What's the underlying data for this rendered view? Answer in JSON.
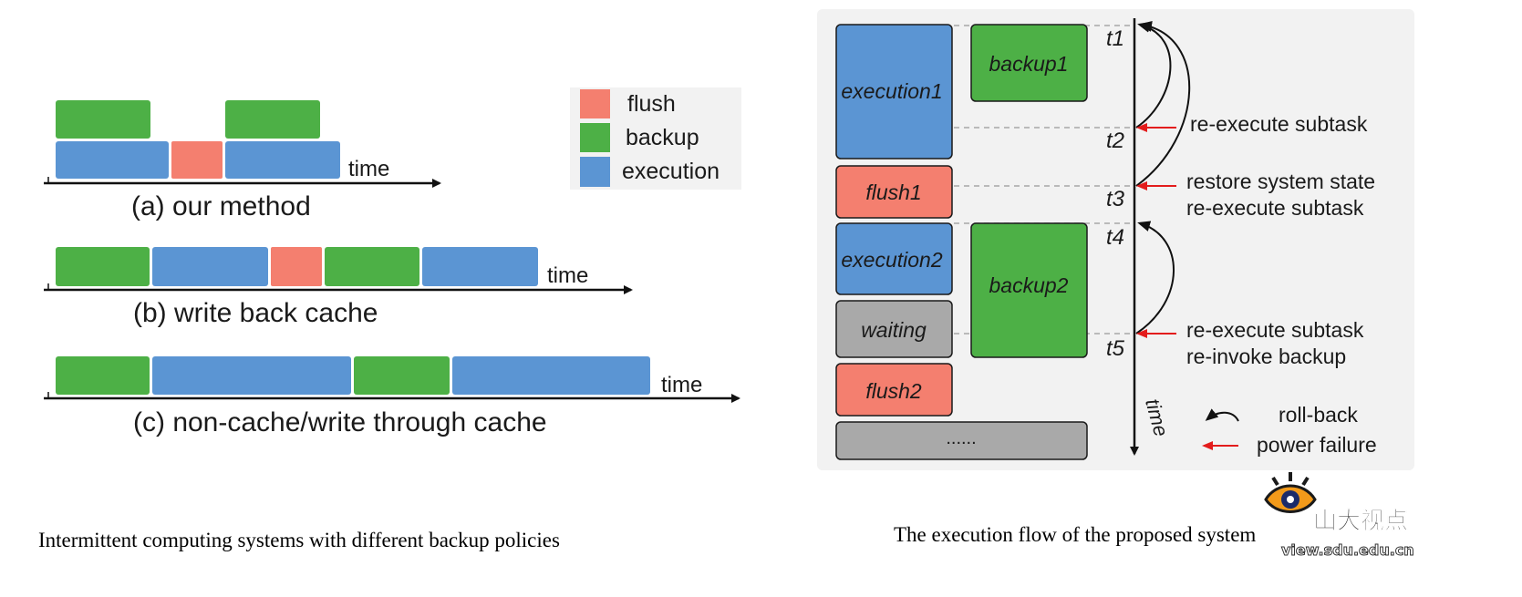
{
  "colors": {
    "flush": "#F47F6F",
    "backup": "#4DB046",
    "execution": "#5B95D3",
    "waiting": "#A9A9A9",
    "panel": "#F2F2F2",
    "failure_arrow": "#E31C1C"
  },
  "left_panel": {
    "legend": {
      "flush": "flush",
      "backup": "backup",
      "execution": "execution"
    },
    "time_label": "time",
    "rows": [
      {
        "caption": "(a) our method"
      },
      {
        "caption": "(b) write back cache"
      },
      {
        "caption": "(c) non-cache/write through cache"
      }
    ],
    "figure_caption": "Intermittent computing systems with different backup policies"
  },
  "right_panel": {
    "blocks": {
      "execution1": "execution1",
      "backup1": "backup1",
      "flush1": "flush1",
      "execution2": "execution2",
      "backup2": "backup2",
      "waiting": "waiting",
      "flush2": "flush2",
      "ellipsis": "......"
    },
    "time_marks": [
      "t1",
      "t2",
      "t3",
      "t4",
      "t5"
    ],
    "axis_label": "time",
    "annotations": {
      "t2": "re-execute subtask",
      "t3_line1": "restore system state",
      "t3_line2": "re-execute subtask",
      "t5_line1": "re-execute subtask",
      "t5_line2": "re-invoke backup"
    },
    "legend": {
      "rollback": "roll-back",
      "power_failure": "power failure"
    },
    "figure_caption": "The execution flow of the proposed system"
  },
  "watermark": {
    "text": "山大视点",
    "url_text": "view.sdu.edu.cn"
  }
}
